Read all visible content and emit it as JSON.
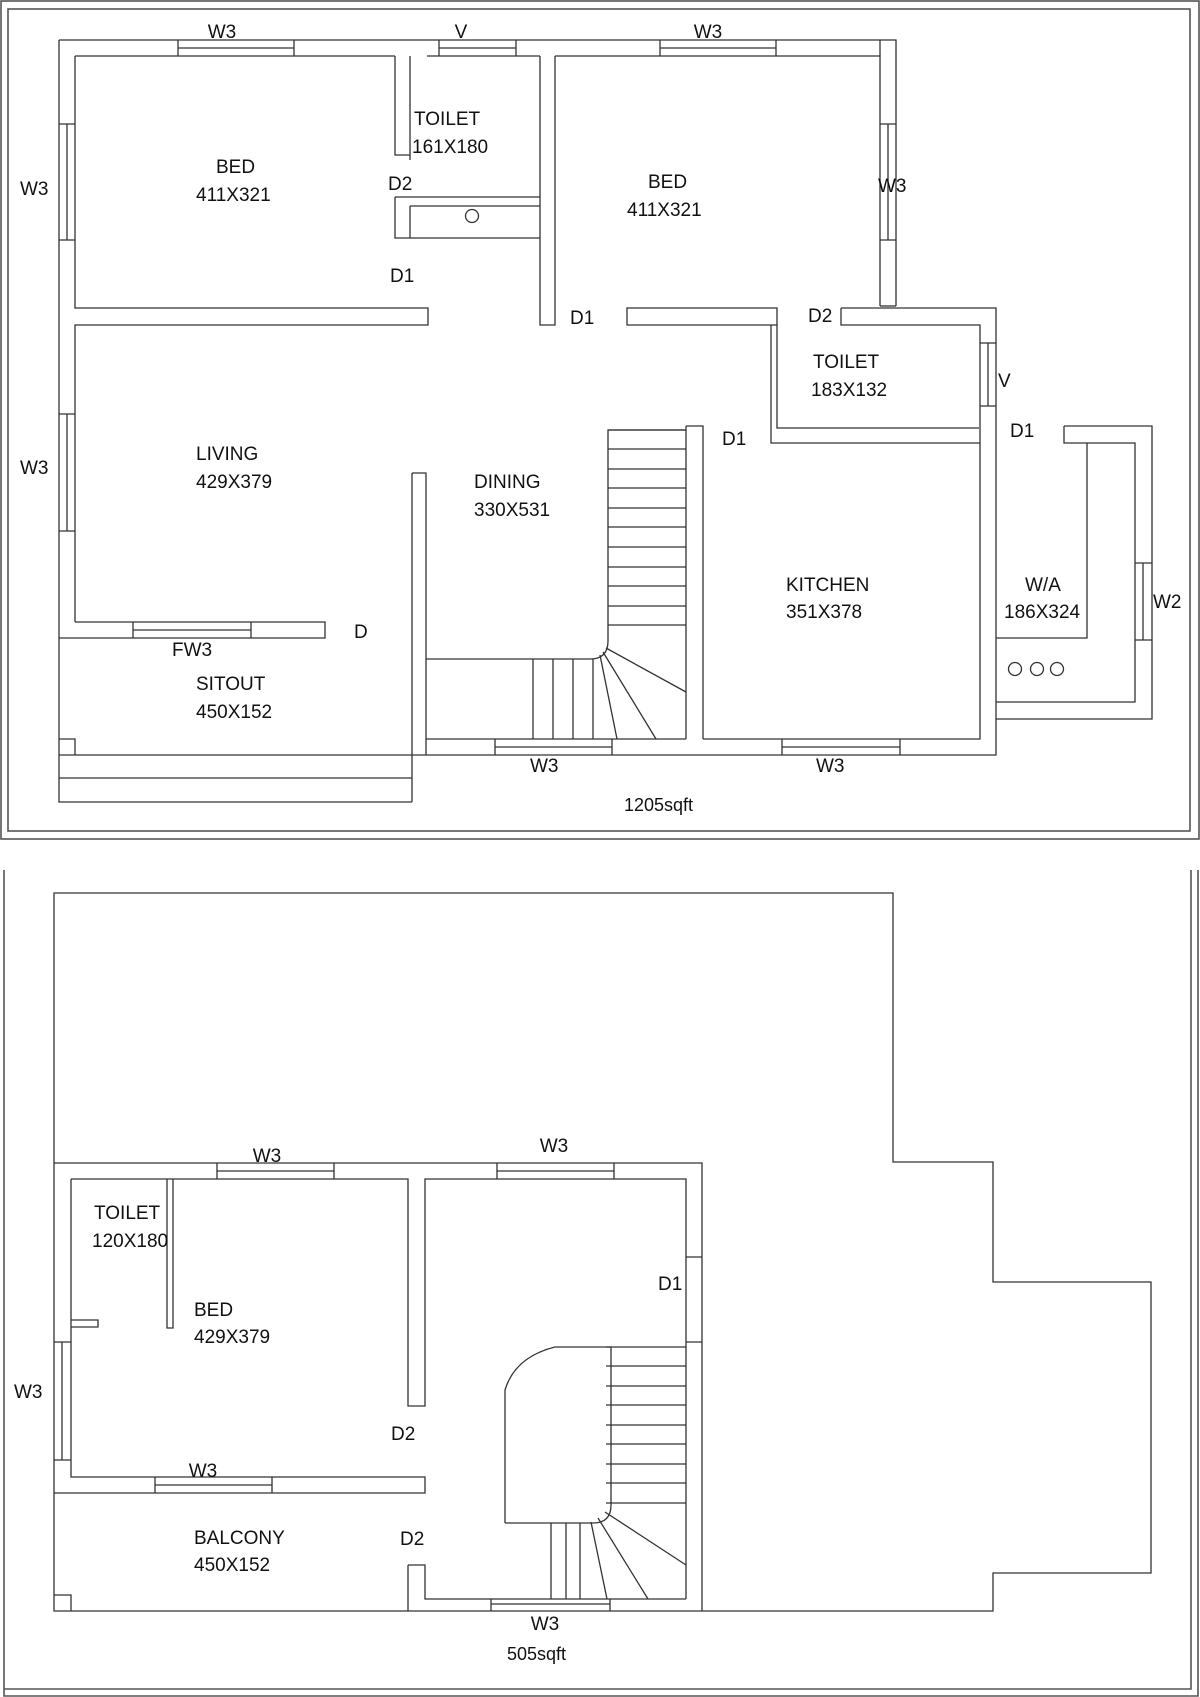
{
  "ground_floor": {
    "total_area": "1205sqft",
    "rooms": [
      {
        "name": "BED",
        "size": "411X321"
      },
      {
        "name": "TOILET",
        "size": "161X180"
      },
      {
        "name": "BED",
        "size": "411X321"
      },
      {
        "name": "TOILET",
        "size": "183X132"
      },
      {
        "name": "LIVING",
        "size": "429X379"
      },
      {
        "name": "DINING",
        "size": "330X531"
      },
      {
        "name": "KITCHEN",
        "size": "351X378"
      },
      {
        "name": "W/A",
        "size": "186X324"
      },
      {
        "name": "SITOUT",
        "size": "450X152"
      }
    ],
    "openings": [
      "W3",
      "V",
      "W3",
      "W3",
      "W3",
      "D2",
      "D1",
      "D1",
      "D2",
      "V",
      "W3",
      "D1",
      "D1",
      "W2",
      "D",
      "FW3",
      "W3",
      "W3"
    ]
  },
  "first_floor": {
    "total_area": "505sqft",
    "rooms": [
      {
        "name": "TOILET",
        "size": "120X180"
      },
      {
        "name": "BED",
        "size": "429X379"
      },
      {
        "name": "BALCONY",
        "size": "450X152"
      }
    ],
    "openings": [
      "W3",
      "W3",
      "D1",
      "W3",
      "D2",
      "W3",
      "D2",
      "W3"
    ]
  }
}
